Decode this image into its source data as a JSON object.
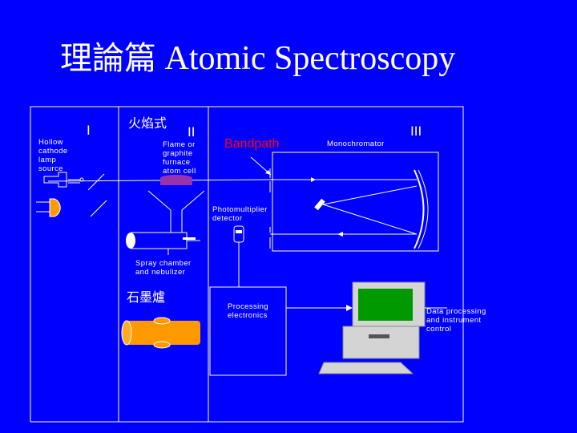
{
  "title": {
    "chinese": "理論篇",
    "english": "Atomic Spectroscopy"
  },
  "sections": {
    "one": "I",
    "two": "II",
    "three": "III"
  },
  "labels": {
    "flame_chinese": "火焰式",
    "hollow_cathode": "Hollow\ncathode\nlamp\nsource",
    "flame_cell": "Flame or\ngraphite\nfurnace\natom cell",
    "bandpath": "Bandpath",
    "monochromator": "Monochromator",
    "photomultiplier": "Photomultiplier\ndetector",
    "spray_chamber": "Spray chamber\nand nebulizer",
    "graphite_chinese": "石墨爐",
    "processing": "Processing\nelectronics",
    "data_processing": "Data processing\nand instrument\ncontrol"
  },
  "colors": {
    "background": "#0000ff",
    "foreground": "#ffffff",
    "accent_red": "#ff0000",
    "flame_purple": "#9933aa",
    "lamp_orange": "#ff9900",
    "furnace_orange": "#ff9900",
    "screen_green": "#009900",
    "computer_gray": "#d4d4d4"
  }
}
